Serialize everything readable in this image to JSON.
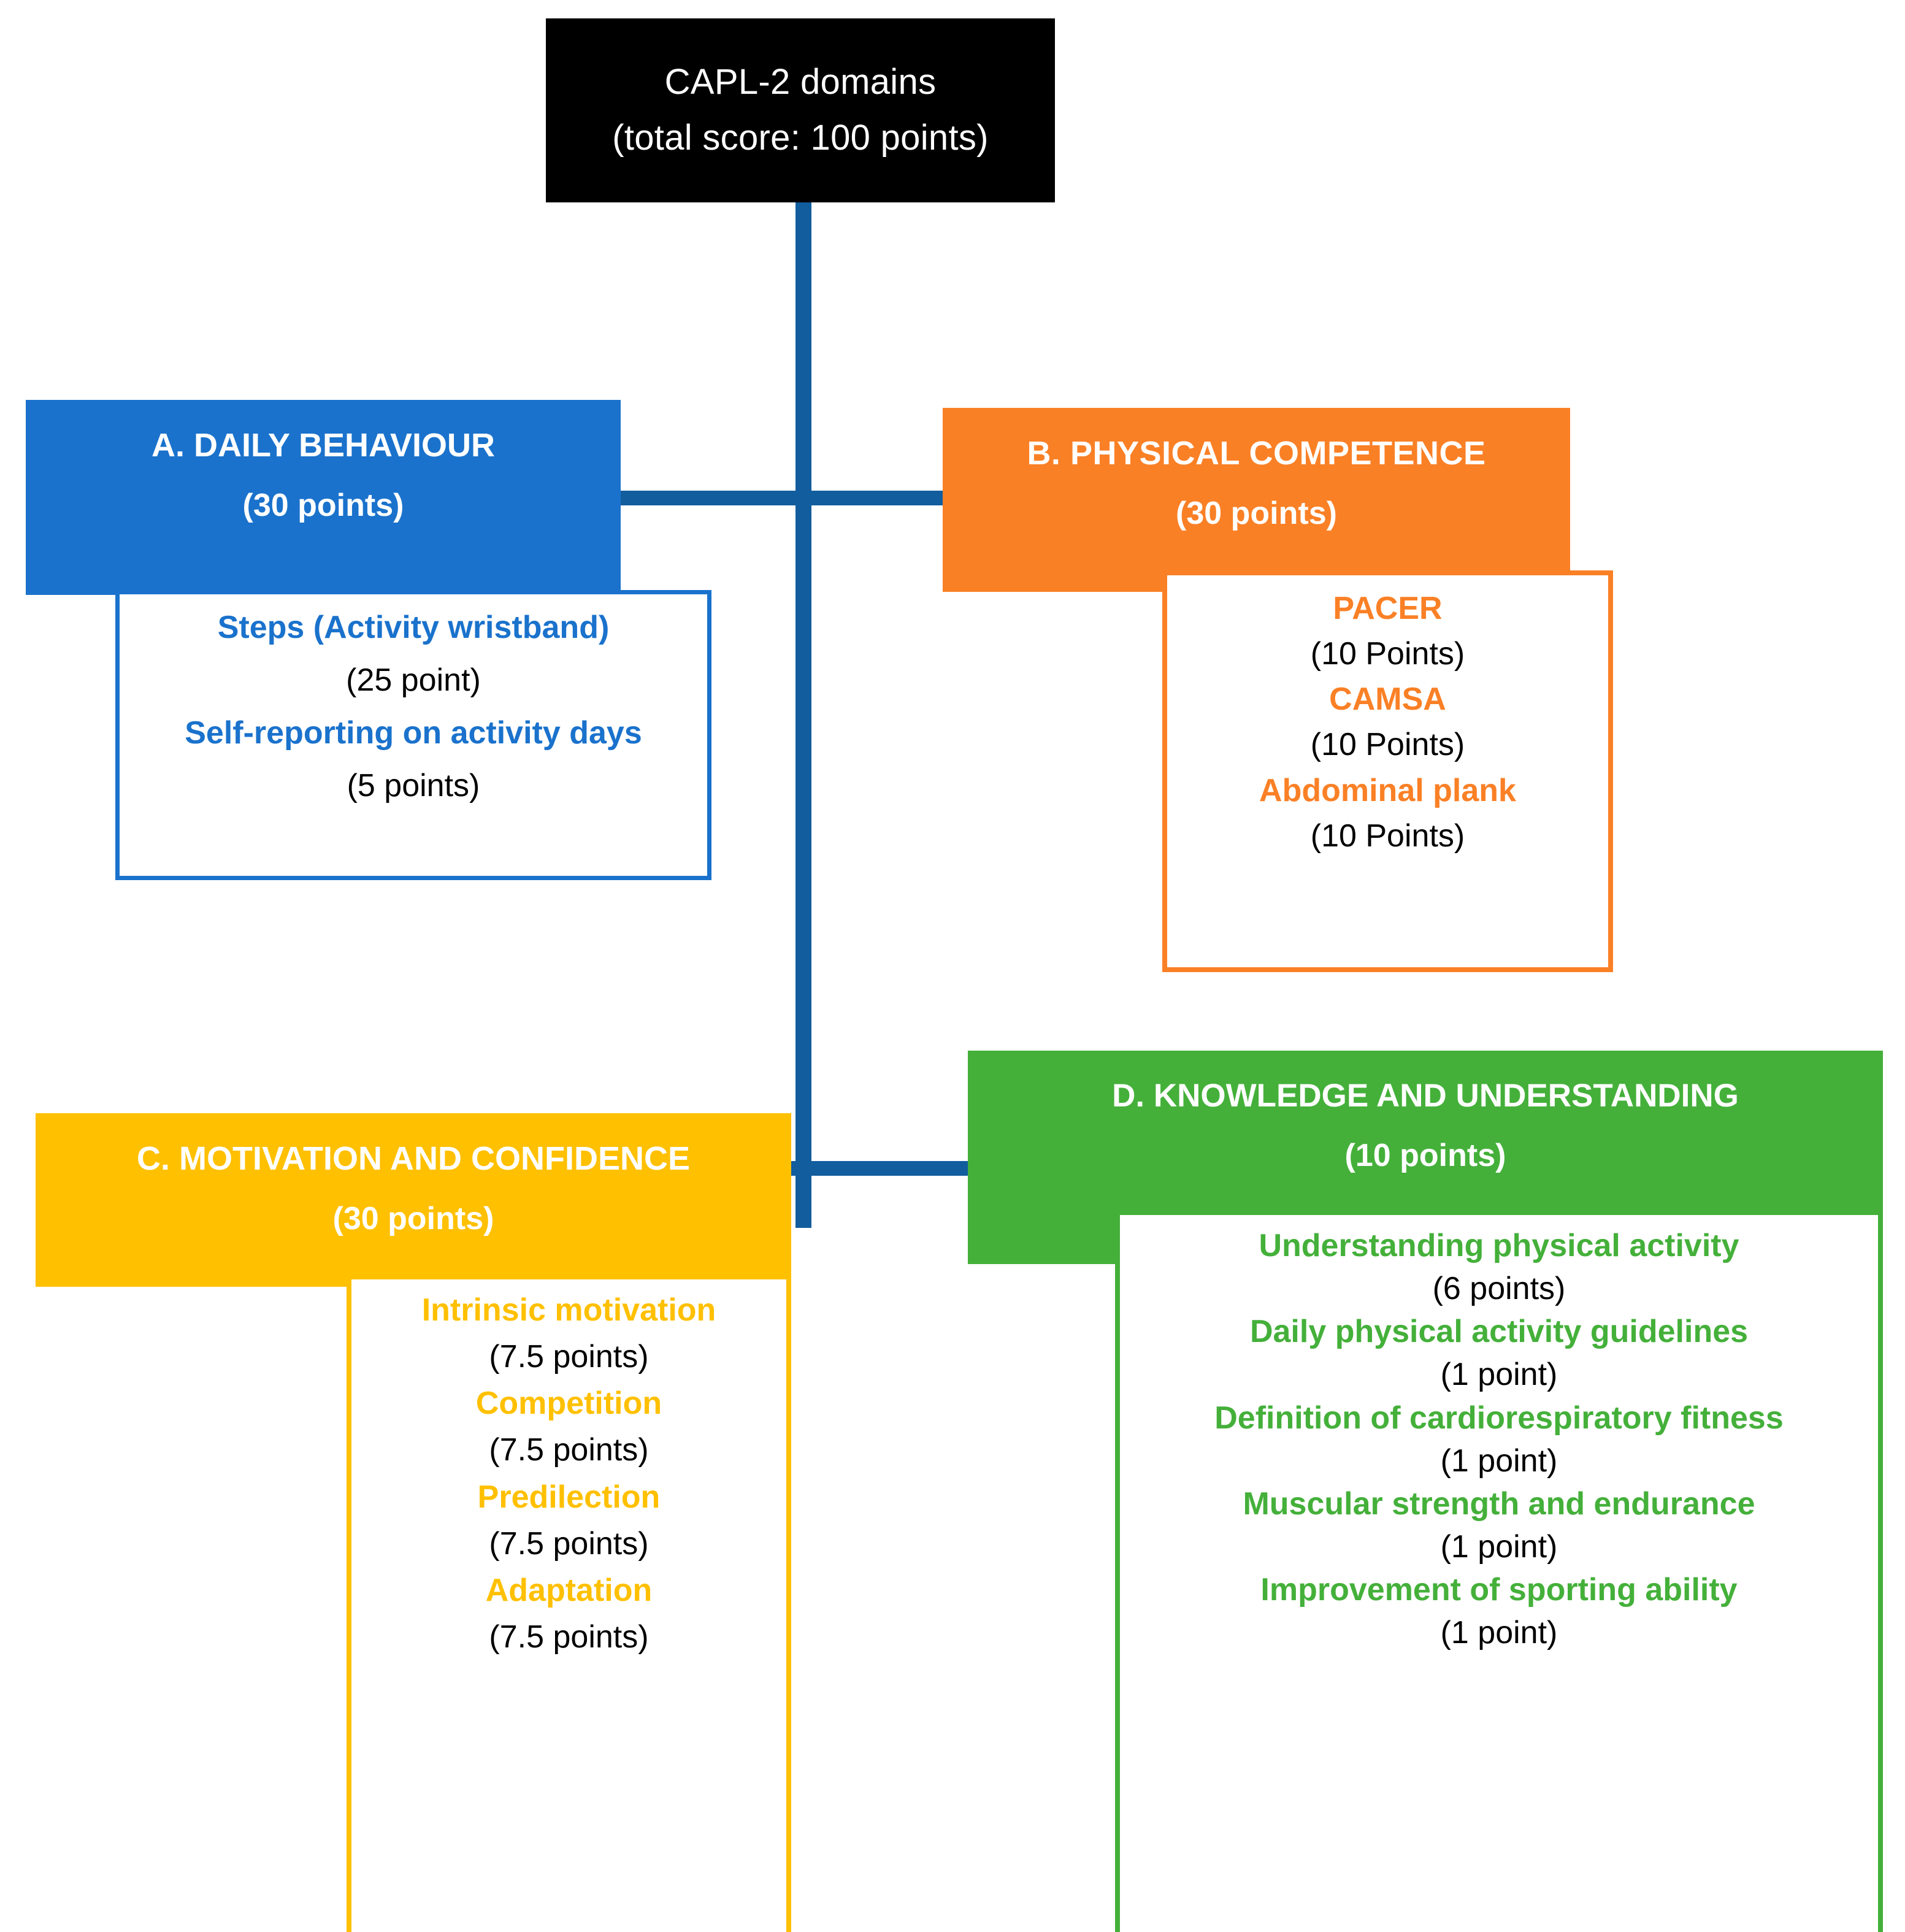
{
  "root": {
    "title": "CAPL-2 domains",
    "subtitle": "(total score: 100 points)"
  },
  "colors": {
    "root_bg": "#000000",
    "daily_behaviour": "#1A72CC",
    "physical_competence": "#FA8026",
    "motivation_confidence": "#FFC000",
    "knowledge_understanding": "#44B03A",
    "connector_line": "#125D9E",
    "score_text": "#000000"
  },
  "domains": [
    {
      "id": "a",
      "title": "A. DAILY BEHAVIOUR",
      "points": "(30 points)",
      "items": [
        {
          "term": "Steps (Activity wristband)",
          "score": "(25 point)"
        },
        {
          "term": "Self-reporting on activity days",
          "score": "(5 points)"
        }
      ]
    },
    {
      "id": "b",
      "title": "B.  PHYSICAL COMPETENCE",
      "points": "(30 points)",
      "items": [
        {
          "term": "PACER",
          "score": "(10 Points)"
        },
        {
          "term": "CAMSA",
          "score": "(10 Points)"
        },
        {
          "term": "Abdominal plank",
          "score": "(10 Points)"
        }
      ]
    },
    {
      "id": "c",
      "title": "C. MOTIVATION AND CONFIDENCE",
      "points": "(30 points)",
      "items": [
        {
          "term": "Intrinsic motivation",
          "score": "(7.5 points)"
        },
        {
          "term": "Competition",
          "score": "(7.5 points)"
        },
        {
          "term": "Predilection",
          "score": "(7.5 points)"
        },
        {
          "term": "Adaptation",
          "score": "(7.5 points)"
        }
      ]
    },
    {
      "id": "d",
      "title": "D. KNOWLEDGE AND UNDERSTANDING",
      "points": "(10 points)",
      "items": [
        {
          "term": "Understanding physical activity",
          "score": "(6 points)"
        },
        {
          "term": "Daily physical activity guidelines",
          "score": "(1 point)"
        },
        {
          "term": "Definition of cardiorespiratory fitness",
          "score": "(1 point)"
        },
        {
          "term": "Muscular strength and endurance",
          "score": "(1 point)"
        },
        {
          "term": "Improvement of sporting ability",
          "score": "(1 point)"
        }
      ]
    }
  ]
}
